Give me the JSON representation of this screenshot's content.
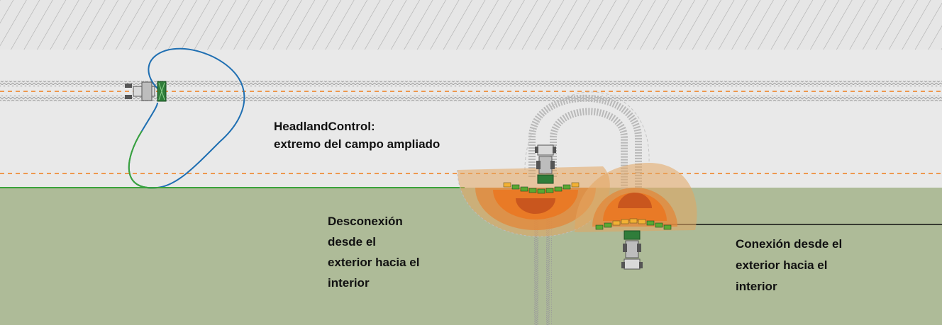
{
  "diagram": {
    "headland_label": [
      "HeadlandControl:",
      "extremo del campo ampliado"
    ],
    "disconnect_label": [
      "Desconexión",
      "desde el",
      "exterior hacia el",
      "interior"
    ],
    "connect_label": [
      "Conexión desde el",
      "exterior hacia el",
      "interior"
    ]
  },
  "colors": {
    "hatch_band": "#e6e6e6",
    "headland": "#e9e9e9",
    "field": "#aebb98",
    "boundary_line": "#3aa33a",
    "guide_line": "#ef7d1a",
    "turn_path": "#1f6fb2",
    "section_on": "#5aa832",
    "section_off": "#f2b035",
    "tractor": "#8a8a8a",
    "implement": "#2f7d3a",
    "orange_outer": "#e4a660",
    "orange_mid": "#e3873a",
    "orange_inner": "#c9561e"
  }
}
